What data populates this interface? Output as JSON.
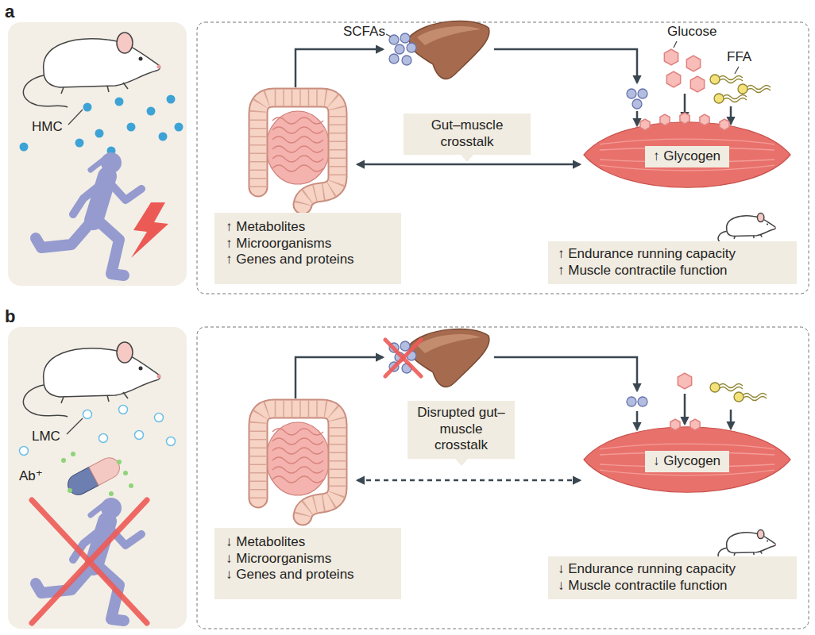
{
  "diagram": {
    "nodes": [
      {
        "text": [
          "Gut–muscle crosstalk"
        ]
      },
      {
        "text": [
          "↑ Glycogen"
        ]
      },
      {
        "text": [
          "↑ Metabolites",
          "↑ Microorganisms",
          "↑ Genes and proteins"
        ]
      },
      {
        "text": [
          "↑ Endurance running capacity",
          "↑ Muscle contractile function"
        ]
      },
      {
        "text": [
          "Disrupted gut–muscle crosstalk"
        ]
      },
      {
        "text": [
          "↓ Glycogen"
        ]
      },
      {
        "text": [
          "↓ Metabolites",
          "↓ Microorganisms",
          "↓ Genes and proteins"
        ]
      },
      {
        "text": [
          "↓ Endurance running capacity",
          "↓ Muscle contractile function"
        ]
      }
    ],
    "labels": [
      "a",
      "HMC",
      "SCFAs",
      "Glucose",
      "FFA",
      "b",
      "LMC",
      "Ab⁺"
    ]
  }
}
